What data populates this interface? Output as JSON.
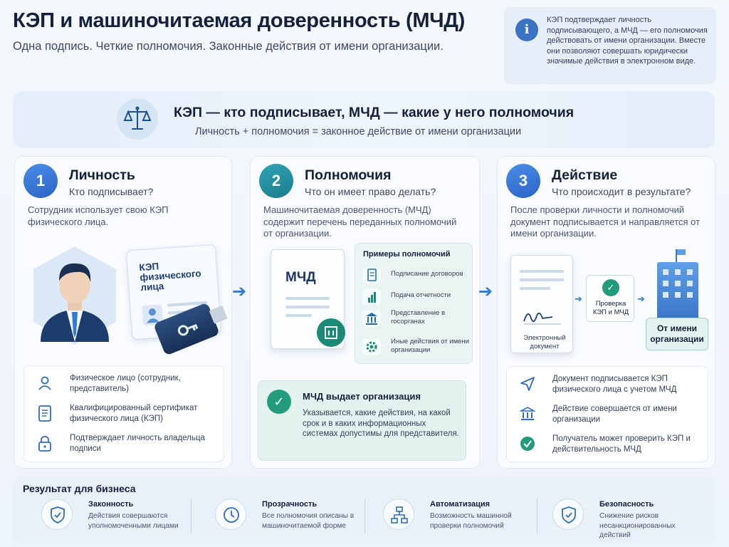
{
  "header": {
    "title": "КЭП и машиночитаемая доверенность (МЧД)",
    "subtitle": "Одна подпись. Четкие полномочия. Законные действия от имени организации."
  },
  "info": {
    "icon": "info-icon",
    "text": "КЭП подтверждает личность подписывающего, а МЧД — его полномочия действовать от имени организации. Вместе они позволяют совершать юридически значимые действия в электронном виде."
  },
  "banner": {
    "title": "КЭП — кто подписывает, МЧД — какие у него полномочия",
    "subtitle": "Личность + полномочия = законное действие от имени организации"
  },
  "steps": [
    {
      "number": "1",
      "title": "Личность",
      "question": "Кто подписывает?",
      "description": "Сотрудник использует свою КЭП физического лица.",
      "card_text": "КЭП физического лица",
      "items": [
        {
          "icon": "person-icon",
          "text": "Физическое лицо (сотрудник, представитель)"
        },
        {
          "icon": "certificate-icon",
          "text": "Квалифицированный сертификат физического лица (КЭП)"
        },
        {
          "icon": "lock-icon",
          "text": "Подтверждает личность владельца подписи"
        }
      ]
    },
    {
      "number": "2",
      "title": "Полномочия",
      "question": "Что он имеет право делать?",
      "description": "Машиночитаемая доверенность (МЧД) содержит перечень переданных полномочий от организации.",
      "doc_label": "МЧД",
      "powers_title": "Примеры полномочий",
      "powers": [
        {
          "icon": "document-icon",
          "text": "Подписание договоров"
        },
        {
          "icon": "bar-chart-icon",
          "text": "Подача отчетности"
        },
        {
          "icon": "government-building-icon",
          "text": "Представление в госорганах"
        },
        {
          "icon": "gear-icon",
          "text": "Иные действия от имени организации"
        }
      ],
      "issue_title": "МЧД выдает организация",
      "issue_text": "Указывается, какие действия, на какой срок и в каких информационных системах допустимы для представителя."
    },
    {
      "number": "3",
      "title": "Действие",
      "question": "Что происходит в результате?",
      "description": "После проверки личности и полномочий документ подписывается и направляется от имени организации.",
      "edoc_label": "Электронный документ",
      "verify_label": "Проверка КЭП и МЧД",
      "org_label": "От имени организации",
      "items": [
        {
          "icon": "send-icon",
          "text": "Документ подписывается КЭП физического лица с учетом МЧД"
        },
        {
          "icon": "government-building-icon",
          "text": "Действие совершается от имени организации"
        },
        {
          "icon": "check-circle-icon",
          "text": "Получатель может проверить КЭП и действительность МЧД"
        }
      ]
    }
  ],
  "results": {
    "title": "Результат для бизнеса",
    "items": [
      {
        "icon": "shield-check-icon",
        "title": "Законность",
        "text": "Действия совершаются уполномоченными лицами"
      },
      {
        "icon": "clock-icon",
        "title": "Прозрачность",
        "text": "Все полномочия описаны в машиночитаемой форме"
      },
      {
        "icon": "hierarchy-icon",
        "title": "Автоматизация",
        "text": "Возможность машинной проверки полномочий"
      },
      {
        "icon": "shield-check-icon",
        "title": "Безопасность",
        "text": "Снижение рисков несанкционированных действий"
      }
    ]
  },
  "colors": {
    "primary": "#2f7ad4",
    "teal": "#239b7d",
    "dark": "#14213d"
  }
}
